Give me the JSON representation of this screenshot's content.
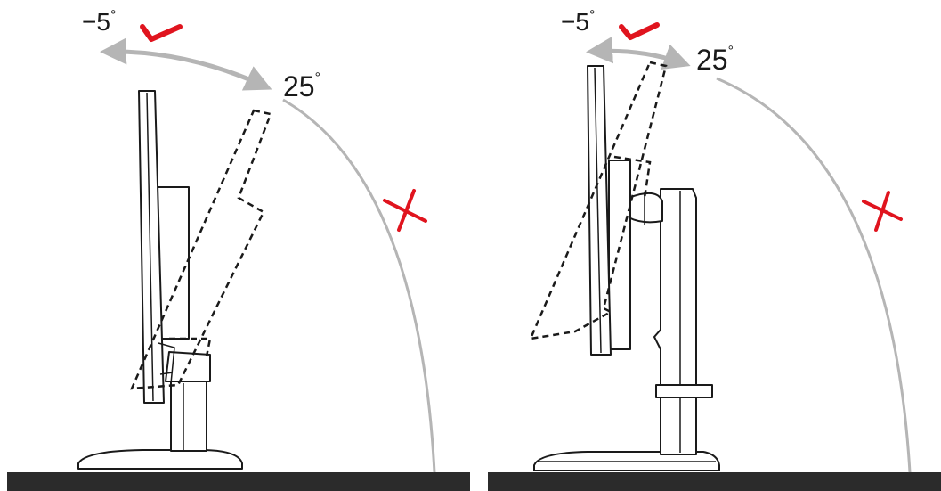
{
  "panels": [
    {
      "id": "left",
      "labels": {
        "minus_angle": "−5",
        "plus_angle": "25",
        "degree": "°"
      },
      "marks": {
        "ok": "check-mark",
        "ng": "x-mark"
      }
    },
    {
      "id": "right",
      "labels": {
        "minus_angle": "−5",
        "plus_angle": "25",
        "degree": "°"
      },
      "marks": {
        "ok": "check-mark",
        "ng": "x-mark"
      }
    }
  ],
  "colors": {
    "check": "#e0141e",
    "cross": "#e0141e",
    "arc": "#b5b5b5",
    "floor": "#2b2b2b",
    "line": "#1a1a1a"
  }
}
